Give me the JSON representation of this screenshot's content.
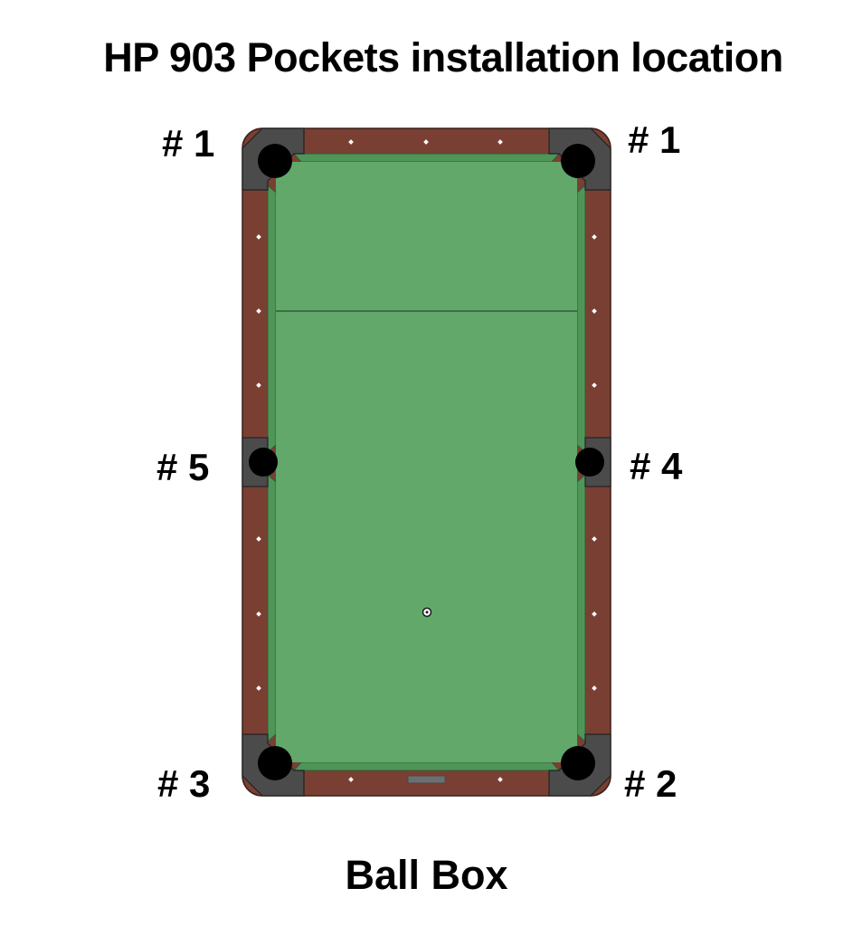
{
  "title": "HP 903 Pockets installation location",
  "pocket_labels": {
    "top_left": "# 1",
    "top_right": "# 1",
    "middle_left": "# 5",
    "middle_right": "# 4",
    "bottom_left": "# 3",
    "bottom_right": "# 2"
  },
  "footer": "Ball Box",
  "colors": {
    "felt": "#62a86b",
    "cushion": "#4f9558",
    "rail": "#7a3f33",
    "pocket_housing": "#4b4b4b",
    "pocket_hole": "#000000",
    "diamond": "#ffffff"
  }
}
